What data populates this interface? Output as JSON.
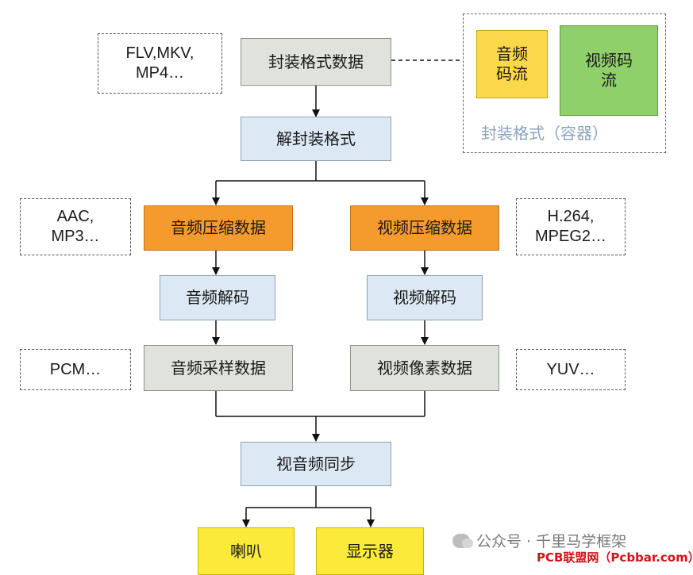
{
  "nodes": {
    "container_data": "封装格式数据",
    "demux": "解封装格式",
    "audio_compressed": "音频压缩数据",
    "video_compressed": "视频压缩数据",
    "audio_decode": "音频解码",
    "video_decode": "视频解码",
    "audio_samples": "音频采样数据",
    "video_pixels": "视频像素数据",
    "av_sync": "视音频同步",
    "speaker": "喇叭",
    "display": "显示器"
  },
  "notes": {
    "container_formats": [
      "FLV,MKV,",
      "MP4…"
    ],
    "audio_formats": [
      "AAC,",
      "MP3…"
    ],
    "video_formats": [
      "H.264,",
      "MPEG2…"
    ],
    "audio_raw": "PCM…",
    "video_raw": "YUV…"
  },
  "container_panel": {
    "audio_stream": [
      "音频",
      "码流"
    ],
    "video_stream": [
      "视频码",
      "流"
    ],
    "label": "封装格式（容器）"
  },
  "watermark": {
    "text": "公众号 · 千里马学框架",
    "credit": "PCB联盟网（Pcbbar.com）"
  },
  "colors": {
    "grey": "#dfe3dc",
    "blue": "#dce9f4",
    "orange": "#f59a2c",
    "yellow": "#fbea3a",
    "green": "#8fd06a",
    "container_label": "#8aa3bc",
    "credit": "#d4111a"
  }
}
